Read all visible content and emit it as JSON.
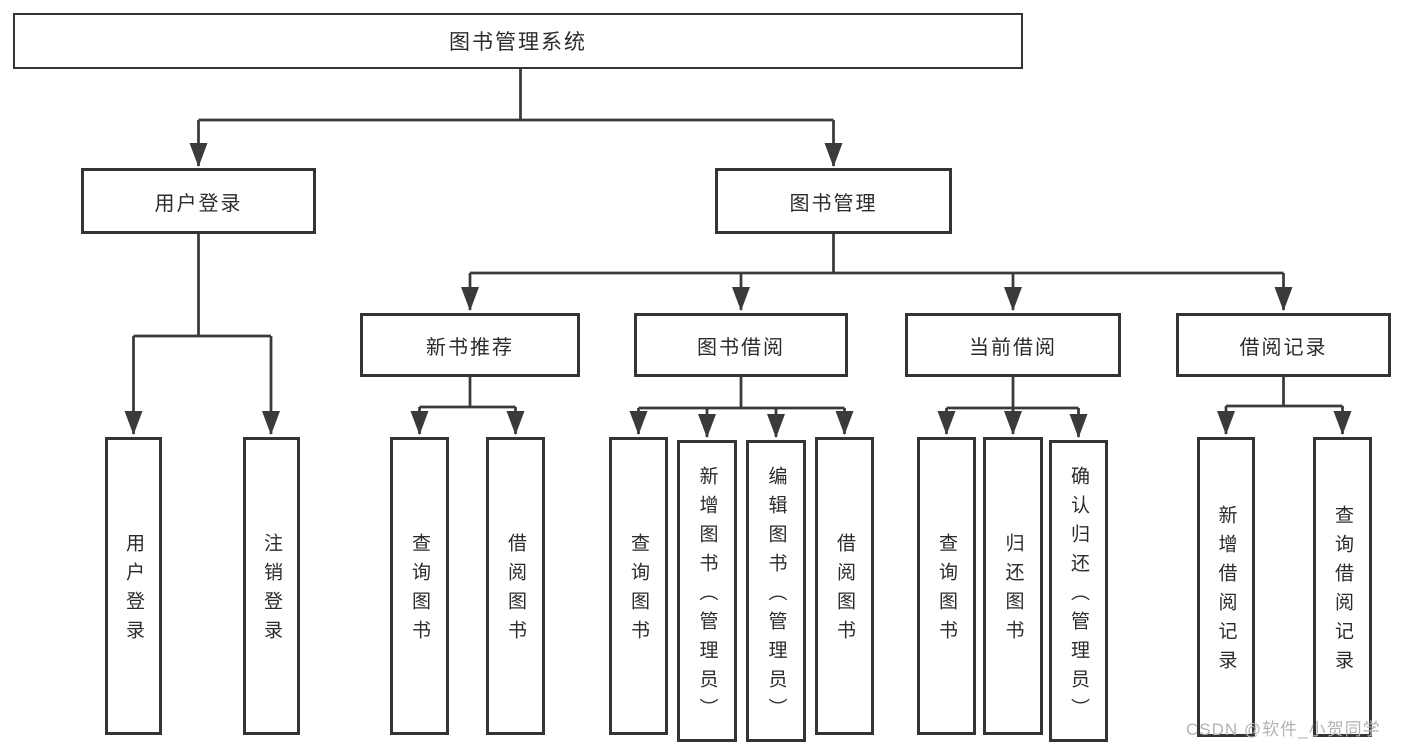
{
  "root": {
    "label": "图书管理系统"
  },
  "branches": {
    "user_login": {
      "label": "用户登录",
      "children": [
        "用户登录",
        "注销登录"
      ]
    },
    "book_mgmt": {
      "label": "图书管理"
    }
  },
  "modules": [
    {
      "label": "新书推荐",
      "children": [
        "查询图书",
        "借阅图书"
      ]
    },
    {
      "label": "图书借阅",
      "children": [
        "查询图书",
        "新增图书（管理员）",
        "编辑图书（管理员）",
        "借阅图书"
      ]
    },
    {
      "label": "当前借阅",
      "children": [
        "查询图书",
        "归还图书",
        "确认归还（管理员）"
      ]
    },
    {
      "label": "借阅记录",
      "children": [
        "新增借阅记录",
        "查询借阅记录"
      ]
    }
  ],
  "watermark": "CSDN @软件_小贺同学",
  "colors": {
    "line": "#3a3a3a",
    "box_border": "#343434",
    "text": "#2b2b2b",
    "watermark": "#b3b3b3",
    "background": "#ffffff"
  }
}
